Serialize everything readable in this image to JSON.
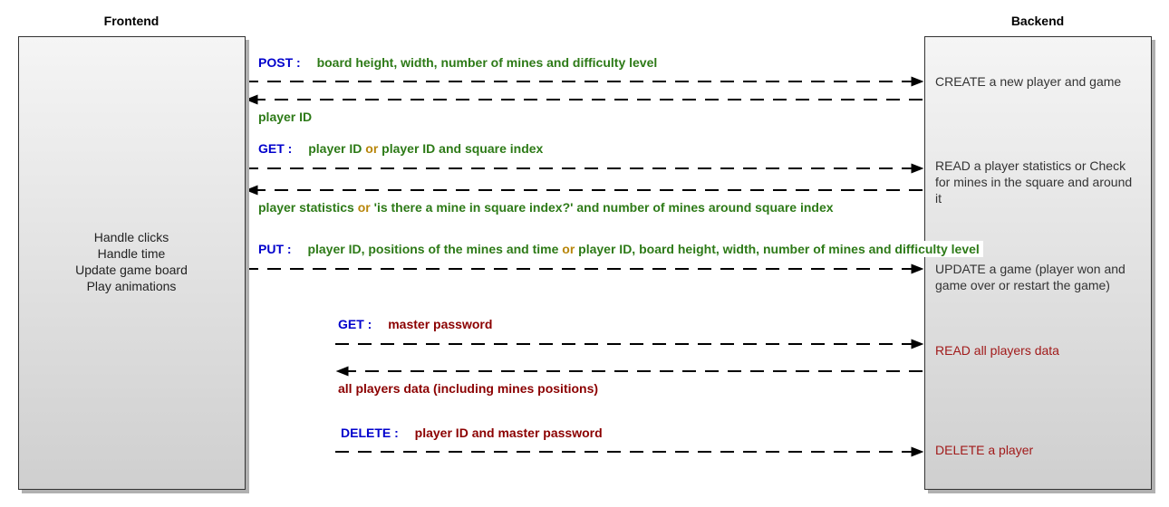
{
  "frontend": {
    "title": "Frontend",
    "lines": [
      "Handle clicks",
      "Handle time",
      "Update game board",
      "Play animations"
    ]
  },
  "backend": {
    "title": "Backend",
    "create_desc": "CREATE a new player and game",
    "read_desc": "READ a player statistics or Check for mines in the square and around it",
    "update_desc": "UPDATE a game (player won and game over or restart the game)",
    "read_all_desc": "READ all players data",
    "delete_desc": "DELETE a player"
  },
  "requests": {
    "post": {
      "method": "POST :",
      "payload": "board height, width, number of mines and difficulty level",
      "response": "player ID"
    },
    "get": {
      "method": "GET :",
      "payload_a": "player ID",
      "or": "or",
      "payload_b": "player ID and square index",
      "response_a": "player statistics",
      "response_or": "or",
      "response_b": "'is there a mine in square index?' and number of mines around square index"
    },
    "put": {
      "method": "PUT :",
      "payload_a": "player ID, positions of the mines and time",
      "or": "or",
      "payload_b": "player ID, board height, width, number of mines and difficulty level"
    },
    "get_admin": {
      "method": "GET :",
      "payload": "master password",
      "response": "all players data (including mines positions)"
    },
    "delete": {
      "method": "DELETE :",
      "payload": "player ID and master password"
    }
  },
  "colors": {
    "method": "#0000cc",
    "payload": "#2d7a17",
    "or": "#b8860b",
    "admin": "#8b0000"
  }
}
